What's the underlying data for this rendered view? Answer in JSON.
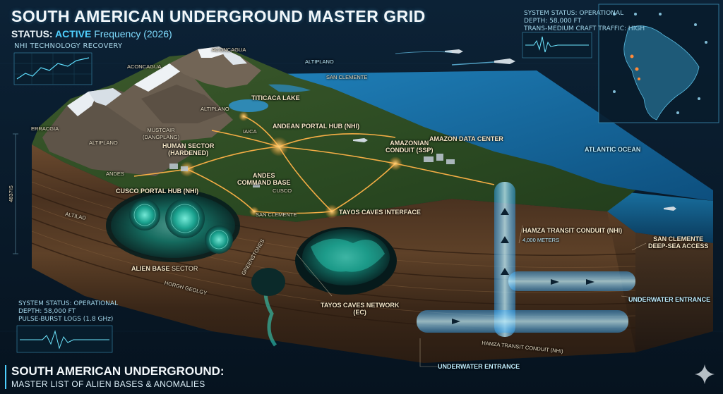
{
  "header": {
    "title": "SOUTH AMERICAN UNDERGROUND MASTER GRID",
    "status_label": "STATUS:",
    "status_value": "ACTIVE",
    "status_frequency": "Frequency (2026)",
    "nhi_label": "NHI TECHNOLOGY RECOVERY"
  },
  "top_right_status": {
    "line1": "SYSTEM STATUS: OPERATIONAL",
    "line2": "DEPTH: 58,000 FT",
    "line3": "TRANS-MEDIUM CRAFT TRAFFIC: HIGH"
  },
  "bottom_left_status": {
    "line1": "SYSTEM STATUS: OPERATIONAL",
    "line2": "DEPTH: 58,000 FT",
    "line3": "PULSE-BURST LOGS (1.8 GHz)"
  },
  "labels": {
    "aconcagua_top": "ACONCAGUA",
    "aconcagua_left": "ACONCAGUA",
    "altiplano_top": "ALTIPLANO",
    "san_clemente_top": "SAN CLEMENTE",
    "titicaca": "TITICACA LAKE",
    "altiplano_mid": "ALTIPLANO",
    "erracgia": "ERRACGIA",
    "mustcair": "MUSTCAIR\n(DANGPLANG)",
    "altiplano_left": "ALTIPLANO",
    "iaica": "IAICA",
    "andean_hub": "ANDEAN PORTAL HUB (NHI)",
    "human_sector": "HUMAN SECTOR\n(HARDENED)",
    "amazonian_conduit": "AMAZONIAN\nCONDUIT (SSP)",
    "amazon_data": "AMAZON DATA CENTER",
    "andes": "ANDES",
    "andes_command": "ANDES\nCOMMAND BASE",
    "cusco_hub": "CUSCO PORTAL HUB (NHI)",
    "cusco": "CUSCO",
    "atlantic": "ATLANTIC OCEAN",
    "san_clemente_mid": "SAN CLEMENTE",
    "tayos_interface": "TAYOS CAVES INTERFACE",
    "hamza_conduit": "HAMZA TRANSIT CONDUIT (NHI)",
    "hamza_depth": "4,000 METERS",
    "san_clemente_deep": "SAN CLEMENTE\nDEEP-SEA ACCESS",
    "alien_base": "ALIEN BASE",
    "alien_base_sector": "SECTOR",
    "tayos_network": "TAYOS CAVES NETWORK\n(EC)",
    "underwater_right": "UNDERWATER ENTRANCE",
    "hamza_lower": "HAMZA TRANSIT CONDUIT (NHI)",
    "underwater_bottom": "UNDERWATER ENTRANCE",
    "greenstones": "GREENSTONES",
    "horgh_geology": "HORGH GEOLGY",
    "altilad": "ALTILAD",
    "depth_axis": "4837IS"
  },
  "footer": {
    "title": "SOUTH AMERICAN UNDERGROUND:",
    "subtitle": "MASTER LIST OF ALIEN BASES & ANOMALIES"
  },
  "colors": {
    "background": "#071522",
    "accent_cyan": "#4fd0ff",
    "network_orange": "#ffb347",
    "alien_teal": "#35e0c8"
  },
  "icons": {
    "minimap": "south-america-map-icon",
    "sparkle": "sparkle-icon",
    "signal": "waveform-icon",
    "trend": "line-graph-icon"
  }
}
